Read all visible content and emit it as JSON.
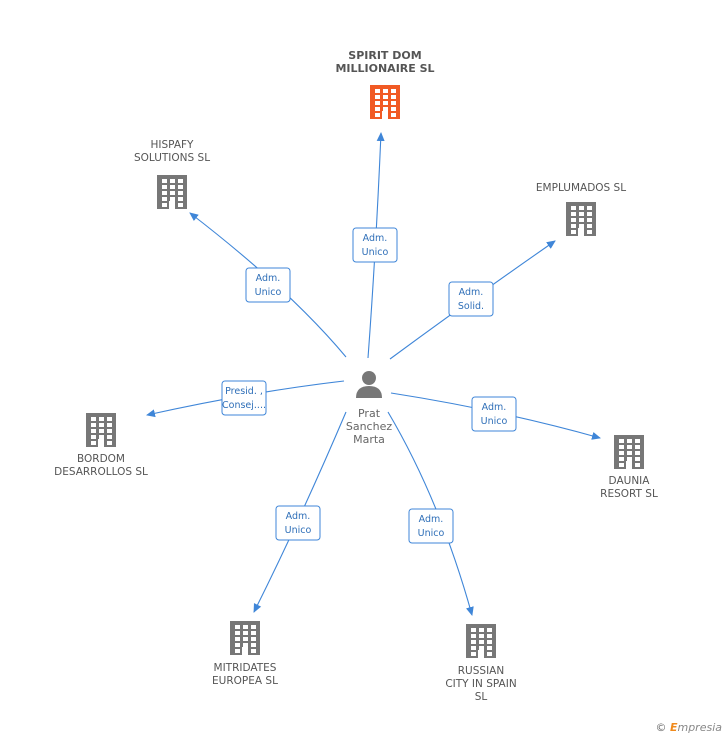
{
  "center": {
    "lines": [
      "Prat",
      "Sanchez",
      "Marta"
    ],
    "icon": "person-icon",
    "color": "#777777"
  },
  "colors": {
    "main_building": "#f15a24",
    "building": "#777777",
    "edge": "#3f86d8"
  },
  "nodes": [
    {
      "id": "spirit",
      "lines": [
        "SPIRIT DOM",
        "MILLIONAIRE SL"
      ],
      "main": true,
      "icon": "building-icon"
    },
    {
      "id": "hispafy",
      "lines": [
        "HISPAFY",
        "SOLUTIONS  SL"
      ],
      "main": false,
      "icon": "building-icon"
    },
    {
      "id": "emplumados",
      "lines": [
        "EMPLUMADOS SL"
      ],
      "main": false,
      "icon": "building-icon"
    },
    {
      "id": "bordom",
      "lines": [
        "BORDOM",
        "DESARROLLOS SL"
      ],
      "main": false,
      "icon": "building-icon"
    },
    {
      "id": "daunia",
      "lines": [
        "DAUNIA",
        "RESORT SL"
      ],
      "main": false,
      "icon": "building-icon"
    },
    {
      "id": "mitridates",
      "lines": [
        "MITRIDATES",
        "EUROPEA SL"
      ],
      "main": false,
      "icon": "building-icon"
    },
    {
      "id": "russian",
      "lines": [
        "RUSSIAN",
        "CITY IN SPAIN",
        "SL"
      ],
      "main": false,
      "icon": "building-icon"
    }
  ],
  "edges": [
    {
      "to": "spirit",
      "lines": [
        "Adm.",
        "Unico"
      ]
    },
    {
      "to": "hispafy",
      "lines": [
        "Adm.",
        "Unico"
      ]
    },
    {
      "to": "emplumados",
      "lines": [
        "Adm.",
        "Solid."
      ]
    },
    {
      "to": "bordom",
      "lines": [
        "Presid. ,",
        "Consej...."
      ]
    },
    {
      "to": "daunia",
      "lines": [
        "Adm.",
        "Unico"
      ]
    },
    {
      "to": "mitridates",
      "lines": [
        "Adm.",
        "Unico"
      ]
    },
    {
      "to": "russian",
      "lines": [
        "Adm.",
        "Unico"
      ]
    }
  ],
  "footer": {
    "symbol": "©",
    "brand_initial": "E",
    "brand_rest": "mpresia"
  }
}
